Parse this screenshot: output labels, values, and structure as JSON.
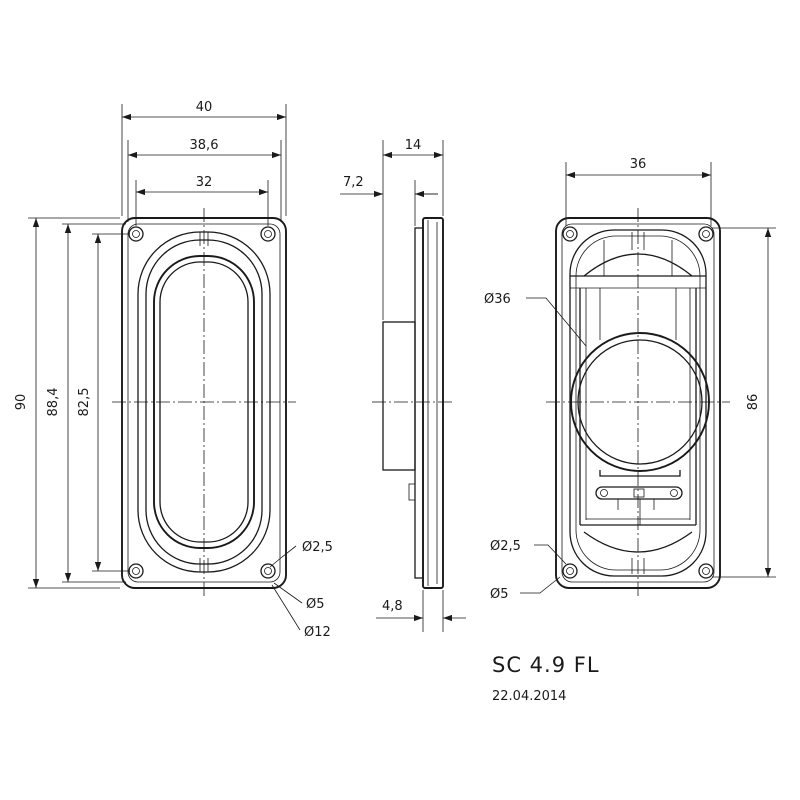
{
  "front_view": {
    "dim_width_outer": "40",
    "dim_width_flange": "38,6",
    "dim_width_holes": "32",
    "dim_height_outer": "90",
    "dim_height_flange": "88,4",
    "dim_height_holes": "82,5",
    "callout_hole": "Ø2,5",
    "callout_ring": "Ø5",
    "callout_boss": "Ø12"
  },
  "side_view": {
    "dim_depth_total": "14",
    "dim_magnet": "7,2",
    "dim_flange": "4,8"
  },
  "back_view": {
    "dim_width_holes": "36",
    "dim_height_holes": "86",
    "callout_magnet": "Ø36",
    "callout_hole": "Ø2,5",
    "callout_ring": "Ø5"
  },
  "title_block": {
    "model": "SC 4.9 FL",
    "date": "22.04.2014"
  }
}
